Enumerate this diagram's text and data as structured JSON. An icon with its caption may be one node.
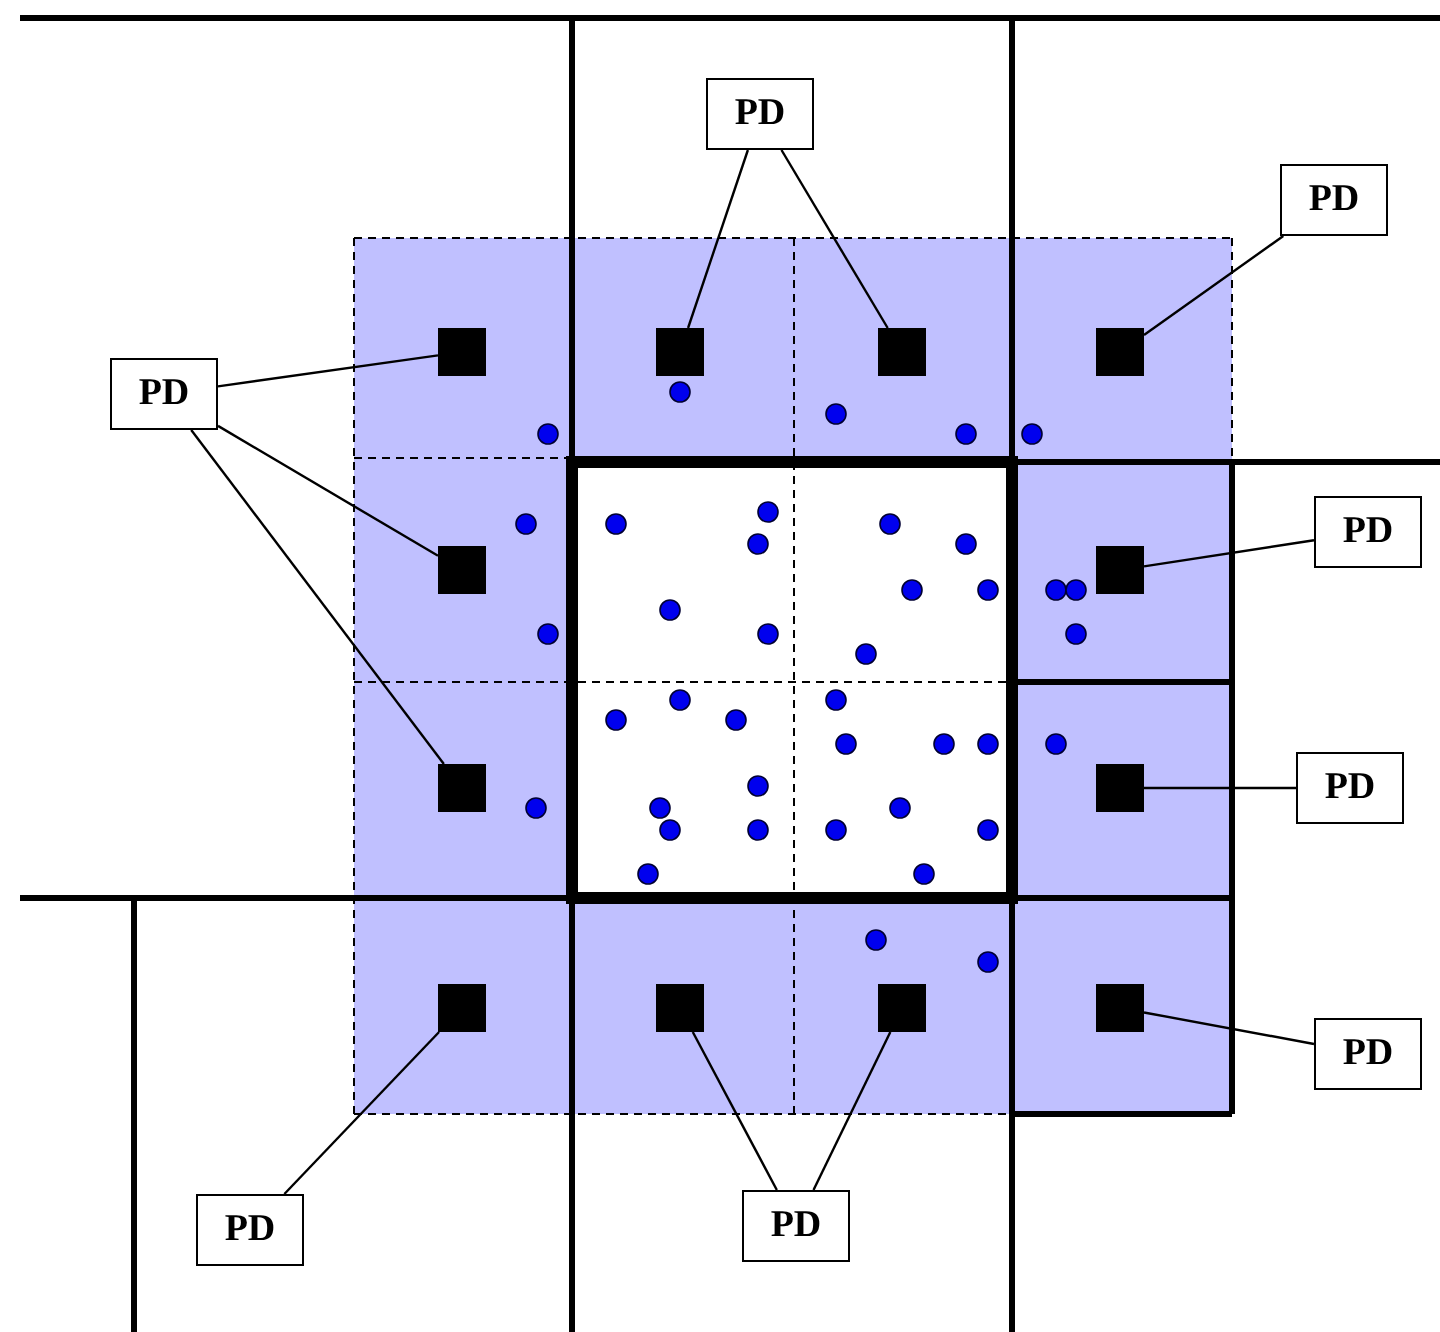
{
  "diagram": {
    "nodes": [
      {
        "text": [
          "PD"
        ]
      },
      {
        "text": [
          "PD"
        ]
      },
      {
        "text": [
          "PD"
        ]
      },
      {
        "text": [
          "PD"
        ]
      },
      {
        "text": [
          "PD"
        ]
      },
      {
        "text": [
          "PD"
        ]
      },
      {
        "text": [
          "PD"
        ]
      },
      {
        "text": [
          "PD"
        ]
      },
      {
        "text": [],
        "shape": "box"
      },
      {
        "text": [],
        "shape": "box"
      },
      {
        "text": [],
        "shape": "box"
      },
      {
        "text": [],
        "shape": "box"
      },
      {
        "text": [],
        "shape": "box"
      },
      {
        "text": [],
        "shape": "box"
      },
      {
        "text": [],
        "shape": "box"
      },
      {
        "text": [],
        "shape": "box"
      },
      {
        "text": [],
        "shape": "box"
      },
      {
        "text": [],
        "shape": "box"
      },
      {
        "text": [],
        "shape": "box"
      },
      {
        "text": [],
        "shape": "box"
      }
    ],
    "edges": [
      {
        "from": 0,
        "to": 9,
        "arrow": "none"
      },
      {
        "from": 0,
        "to": 10,
        "arrow": "none"
      },
      {
        "from": 1,
        "to": 11,
        "arrow": "none"
      },
      {
        "from": 2,
        "to": 8,
        "arrow": "none"
      },
      {
        "from": 2,
        "to": 12,
        "arrow": "none"
      },
      {
        "from": 2,
        "to": 14,
        "arrow": "none"
      },
      {
        "from": 3,
        "to": 13,
        "arrow": "none"
      },
      {
        "from": 4,
        "to": 15,
        "arrow": "none"
      },
      {
        "from": 5,
        "to": 19,
        "arrow": "none"
      },
      {
        "from": 6,
        "to": 16,
        "arrow": "none"
      },
      {
        "from": 7,
        "to": 17,
        "arrow": "none"
      },
      {
        "from": 7,
        "to": 18,
        "arrow": "none"
      }
    ]
  }
}
